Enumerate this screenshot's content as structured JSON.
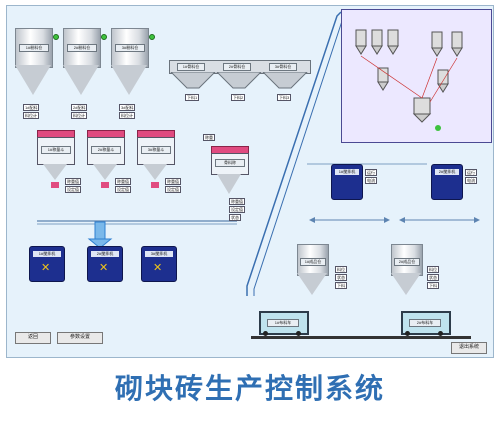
{
  "title": "砌块砖生产控制系统",
  "colors": {
    "panel_bg": "#e6f2fb",
    "title": "#2f6fb3",
    "mixer": "#1d2f8f",
    "scale_top": "#e04b80",
    "belt_blue": "#2e7fd0",
    "led": "#3ec23e"
  },
  "top_silos": [
    {
      "label": "1#粉料仓",
      "tags": [
        "1#配料",
        "料位计"
      ]
    },
    {
      "label": "2#粉料仓",
      "tags": [
        "2#配料",
        "料位计"
      ]
    },
    {
      "label": "3#粉料仓",
      "tags": [
        "3#配料",
        "料位计"
      ]
    }
  ],
  "aggregate_bins": [
    "1#骨料仓",
    "2#骨料仓",
    "3#骨料仓"
  ],
  "aggregate_tags": [
    "下料1",
    "下料2",
    "下料3"
  ],
  "scales": [
    {
      "label": "1#称量斗",
      "tags": [
        "称重值",
        "设定值"
      ]
    },
    {
      "label": "2#称量斗",
      "tags": [
        "称重值",
        "设定值"
      ]
    },
    {
      "label": "3#称量斗",
      "tags": [
        "称重值",
        "设定值"
      ]
    }
  ],
  "side_scale": {
    "label": "骨料称",
    "top_tag": "称重",
    "tags": [
      "称重值",
      "设定值",
      "状态"
    ]
  },
  "bottom_mixers": [
    "1#搅拌机",
    "2#搅拌机",
    "3#搅拌机"
  ],
  "right_mixers": [
    {
      "label": "1#搅拌机",
      "tags": [
        "运行",
        "电流"
      ]
    },
    {
      "label": "2#搅拌机",
      "tags": [
        "运行",
        "电流"
      ]
    }
  ],
  "right_silos": [
    {
      "label": "1#成品仓",
      "tags": [
        "料位",
        "状态",
        "下料"
      ]
    },
    {
      "label": "2#成品仓",
      "tags": [
        "料位",
        "状态",
        "下料"
      ]
    }
  ],
  "carts": [
    {
      "label": "1#布料车"
    },
    {
      "label": "2#布料车"
    }
  ],
  "buttons": {
    "left": "返回",
    "mid": "参数设置",
    "right": "退出系统"
  }
}
